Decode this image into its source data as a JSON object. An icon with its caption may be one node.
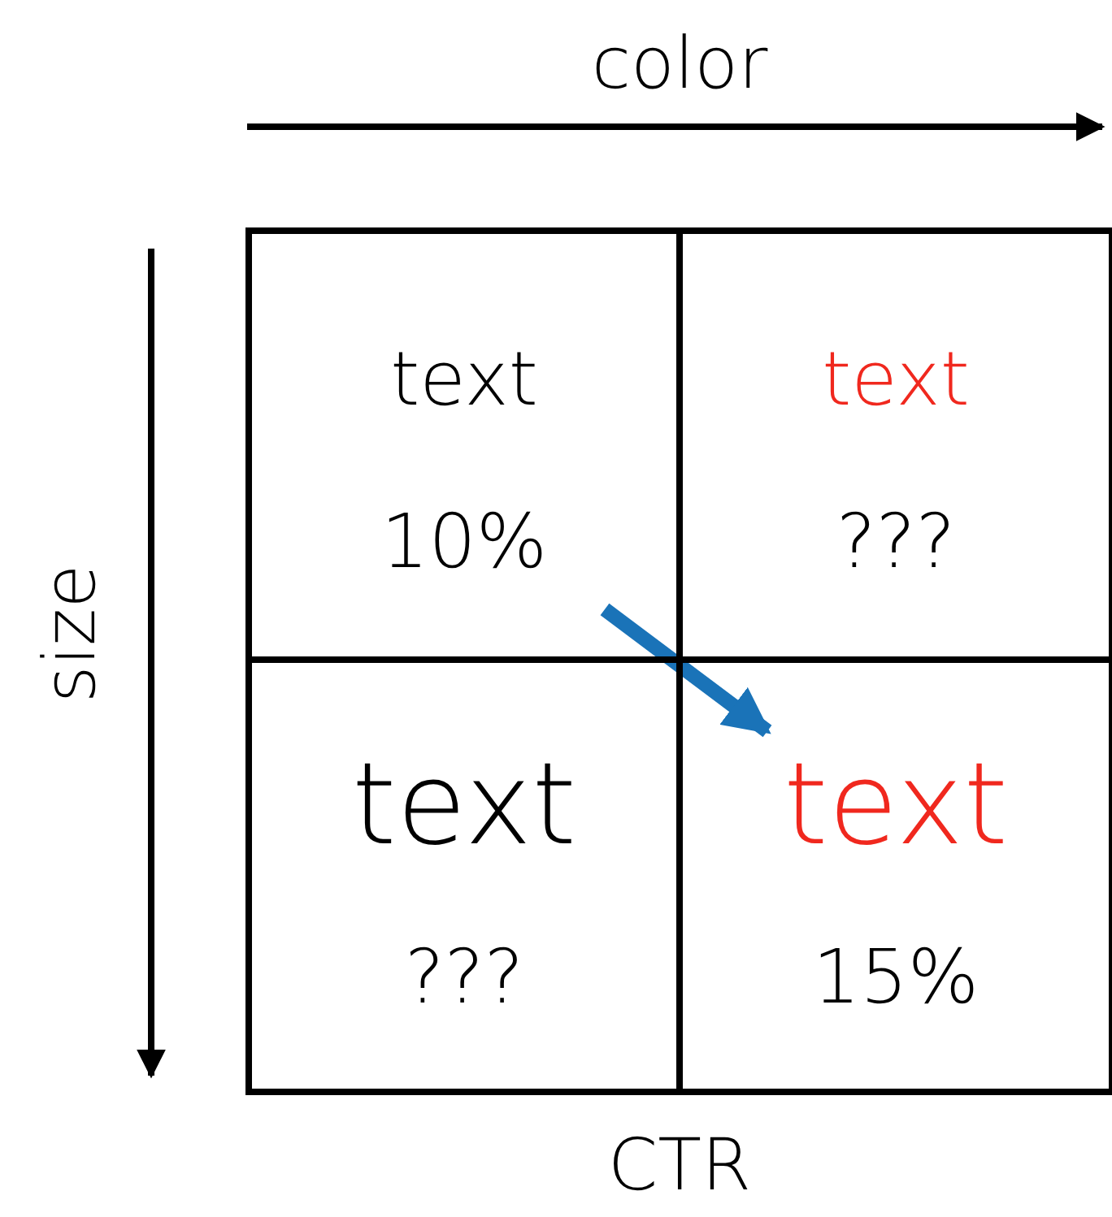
{
  "diagram": {
    "nodes": [
      {
        "text": [
          "text",
          "10%"
        ]
      },
      {
        "text": [
          "text",
          "???"
        ]
      },
      {
        "text": [
          "text",
          "???"
        ]
      },
      {
        "text": [
          "text",
          "15%"
        ]
      }
    ],
    "edges": [
      {
        "from": 0,
        "to": 3,
        "arrow": "to"
      }
    ],
    "labels": [
      "color",
      "size",
      "CTR"
    ]
  }
}
